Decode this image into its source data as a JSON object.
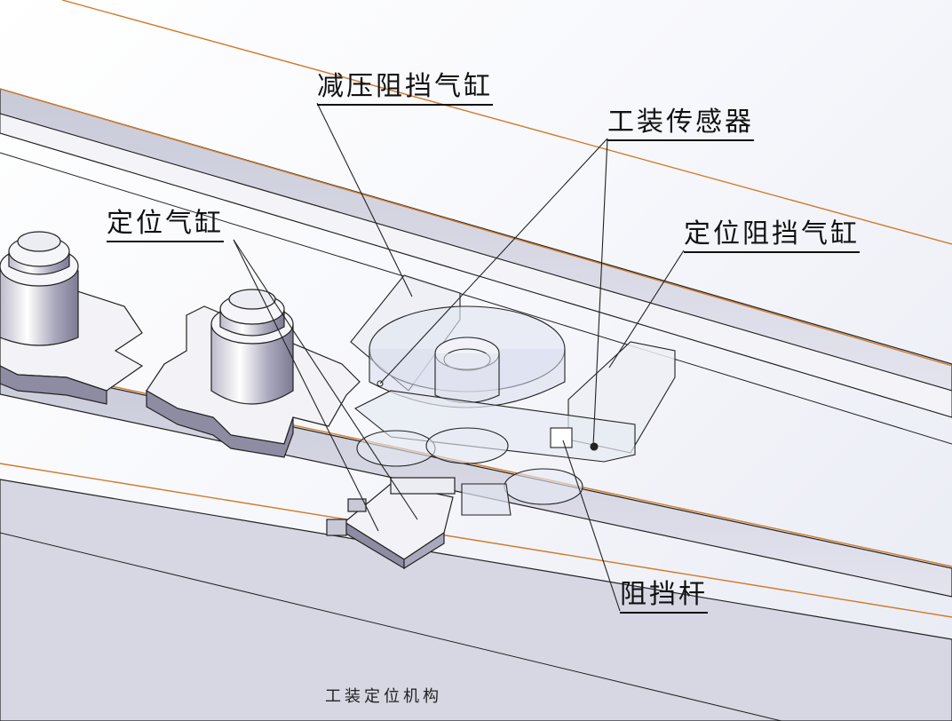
{
  "labels": {
    "pressure_relief_stop_cylinder": "减压阻挡气缸",
    "fixture_sensor": "工装传感器",
    "positioning_cylinder": "定位气缸",
    "positioning_stop_cylinder": "定位阻挡气缸",
    "stop_rod": "阻挡杆"
  },
  "caption": "工装定位机构",
  "colors": {
    "rail_line": "#d07a2a",
    "edge": "#222222",
    "metal_dark": "#8e8ca2",
    "metal_light": "#f3f3f7",
    "transparent_part": "#dde2ee"
  }
}
